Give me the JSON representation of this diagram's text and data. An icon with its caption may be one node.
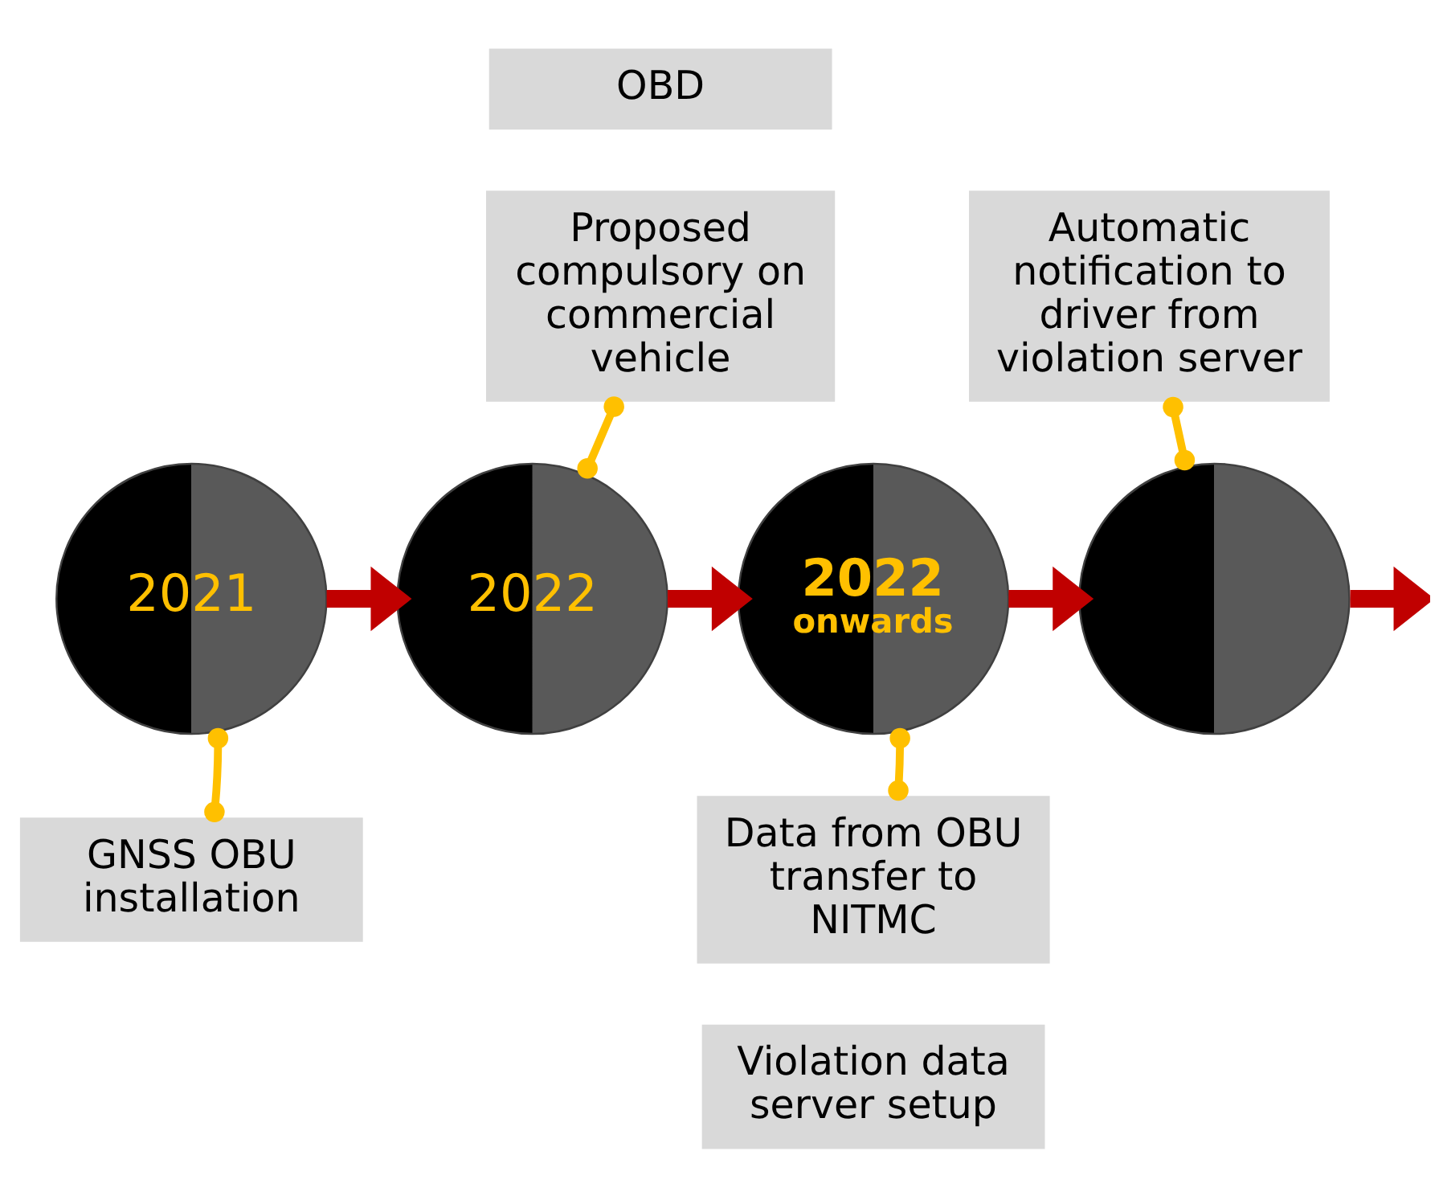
{
  "diagram": {
    "nodes": [
      {
        "text": [
          "OBD"
        ]
      },
      {
        "text": [
          "Proposed compulsory on commercial vehicle"
        ]
      },
      {
        "text": [
          "Automatic notification to driver from violation server"
        ]
      },
      {
        "text": [
          "2021"
        ]
      },
      {
        "text": [
          "2022"
        ]
      },
      {
        "text": [
          "2022",
          "onwards"
        ]
      },
      {
        "text": [],
        "shape": "circle"
      },
      {
        "text": [
          "GNSS OBU installation"
        ]
      },
      {
        "text": [
          "Data from OBU transfer to NITMC"
        ]
      },
      {
        "text": [
          "Violation data server setup"
        ]
      }
    ],
    "edges": [
      {
        "from": 3,
        "to": 4,
        "arrow": "to",
        "style": "thick",
        "color": "#c00000"
      },
      {
        "from": 4,
        "to": 5,
        "arrow": "to",
        "style": "thick",
        "color": "#c00000"
      },
      {
        "from": 5,
        "to": 6,
        "arrow": "to",
        "style": "thick",
        "color": "#c00000"
      },
      {
        "from": 6,
        "to": null,
        "arrow": "to",
        "style": "thick",
        "color": "#c00000"
      },
      {
        "from": 7,
        "to": 3,
        "arrow": "other",
        "color": "#ffc000"
      },
      {
        "from": 1,
        "to": 4,
        "arrow": "other",
        "color": "#ffc000"
      },
      {
        "from": 8,
        "to": 5,
        "arrow": "other",
        "color": "#ffc000"
      },
      {
        "from": 2,
        "to": 6,
        "arrow": "other",
        "color": "#ffc000"
      }
    ]
  }
}
